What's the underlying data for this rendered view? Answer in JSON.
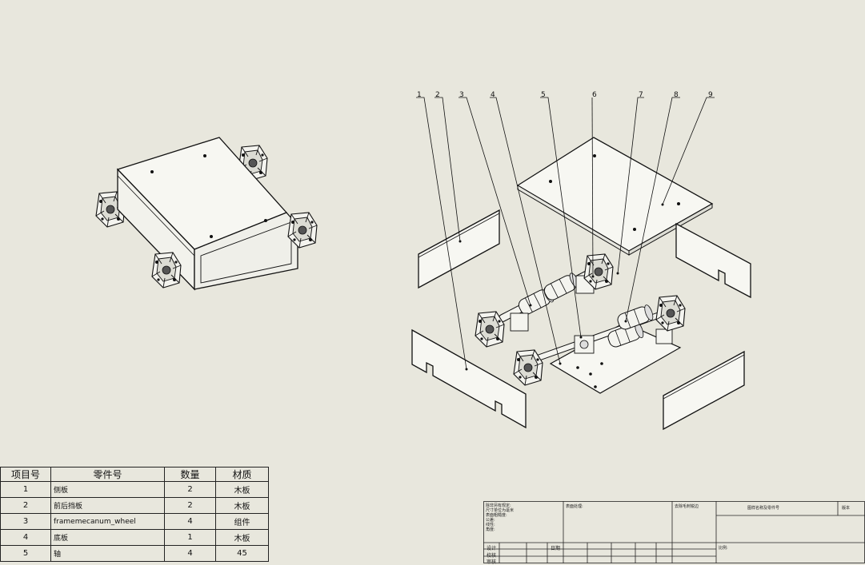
{
  "balloons": [
    "1",
    "2",
    "3",
    "4",
    "5",
    "6",
    "7",
    "8",
    "9"
  ],
  "bom": {
    "headers": [
      "项目号",
      "零件号",
      "数量",
      "材质"
    ],
    "rows": [
      [
        "1",
        "侧板",
        "2",
        "木板"
      ],
      [
        "2",
        "前后挡板",
        "2",
        "木板"
      ],
      [
        "3",
        "framemecanum_wheel",
        "4",
        "组件"
      ],
      [
        "4",
        "底板",
        "1",
        "木板"
      ],
      [
        "5",
        "轴",
        "4",
        "45"
      ]
    ]
  },
  "title_block": {
    "notes": [
      "除非另有规定:",
      "尺寸单位为毫米",
      "表面粗糙度:",
      "公差:",
      "线性:",
      "角度:"
    ],
    "finish_label": "表面处理:",
    "deburr_label": "去除毛刺锐边",
    "drawing_name_label": "图样名称及零件号",
    "row_labels": [
      "设计",
      "校核",
      "审核",
      "日期"
    ],
    "scale_label": "比例:",
    "rev_label": "版本"
  }
}
